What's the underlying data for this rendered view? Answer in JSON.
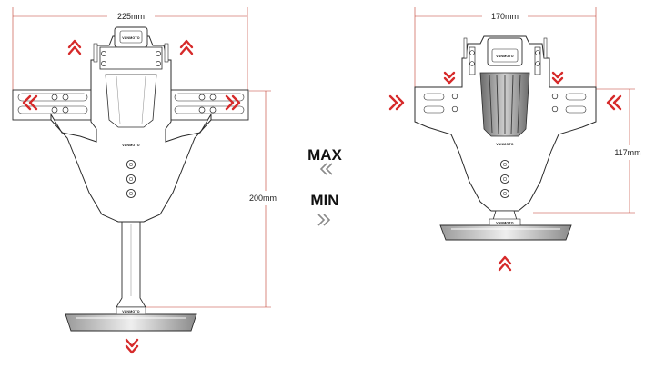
{
  "colors": {
    "dimension_line": "#c0392b",
    "arrow": "#d62a2a",
    "part_outline": "#2b2b2b",
    "part_fill": "#ffffff",
    "shade_dark": "#4a4a4a",
    "shade_light": "#bdbdbd",
    "mode_arrow": "#8a8a8a"
  },
  "max_config": {
    "width_label": "225mm",
    "height_label": "200mm",
    "brand": "VANMOTO"
  },
  "min_config": {
    "width_label": "170mm",
    "height_label": "117mm",
    "brand": "VANMOTO"
  },
  "modes": {
    "max_label": "MAX",
    "max_arrow_icon": "double-chevron-left-icon",
    "min_label": "MIN",
    "min_arrow_icon": "double-chevron-right-icon"
  }
}
